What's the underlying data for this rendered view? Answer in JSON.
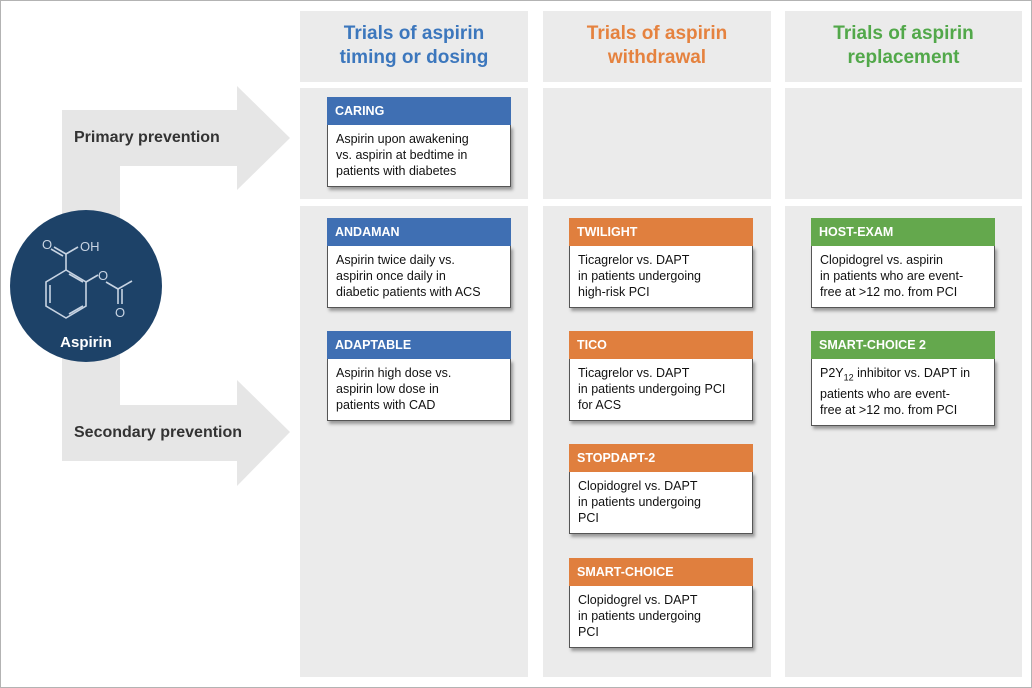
{
  "colors": {
    "blue": "#3f6fb3",
    "orange": "#e07f3e",
    "green": "#64a84d",
    "circle": "#1d4268",
    "panel": "#ebebeb",
    "arrow": "#e6e6e6"
  },
  "columns": [
    {
      "line1": "Trials of aspirin",
      "line2": "timing or dosing",
      "color": "#3c77bd"
    },
    {
      "line1": "Trials of aspirin",
      "line2": "withdrawal",
      "color": "#e5823f"
    },
    {
      "line1": "Trials of aspirin",
      "line2": "replacement",
      "color": "#52a84a"
    }
  ],
  "rows": {
    "primary": "Primary prevention",
    "secondary": "Secondary prevention"
  },
  "molecule": {
    "name": "Aspirin",
    "oh_label": "OH",
    "o_labels": [
      "O",
      "O",
      "O"
    ]
  },
  "trials": {
    "caring": {
      "name": "CARING",
      "lines": [
        "Aspirin upon awakening",
        "vs. aspirin at bedtime in",
        "patients with diabetes"
      ]
    },
    "andaman": {
      "name": "ANDAMAN",
      "lines": [
        "Aspirin twice daily vs.",
        "aspirin once daily in",
        "diabetic patients with ACS"
      ]
    },
    "adaptable": {
      "name": "ADAPTABLE",
      "lines": [
        "Aspirin high dose vs.",
        "aspirin low dose in",
        "patients with CAD"
      ]
    },
    "twilight": {
      "name": "TWILIGHT",
      "lines": [
        "Ticagrelor vs. DAPT",
        "in patients undergoing",
        "high-risk PCI"
      ]
    },
    "tico": {
      "name": "TICO",
      "lines": [
        "Ticagrelor vs. DAPT",
        "in patients undergoing PCI",
        "for ACS"
      ]
    },
    "stopdapt2": {
      "name": "STOPDAPT-2",
      "lines": [
        "Clopidogrel vs. DAPT",
        "in patients undergoing",
        "PCI"
      ]
    },
    "smartchoice": {
      "name": "SMART-CHOICE",
      "lines": [
        "Clopidogrel vs. DAPT",
        "in patients undergoing",
        "PCI"
      ]
    },
    "hostexam": {
      "name": "HOST-EXAM",
      "lines": [
        "Clopidogrel vs. aspirin",
        "in patients who are event-",
        "free at >12 mo. from PCI"
      ]
    },
    "smartchoice2": {
      "name": "SMART-CHOICE 2",
      "line1_pre": "P2Y",
      "line1_sub": "12",
      "line1_post": " inhibitor vs. DAPT in",
      "lines": [
        "patients who are event-",
        "free at >12 mo. from PCI"
      ]
    }
  }
}
